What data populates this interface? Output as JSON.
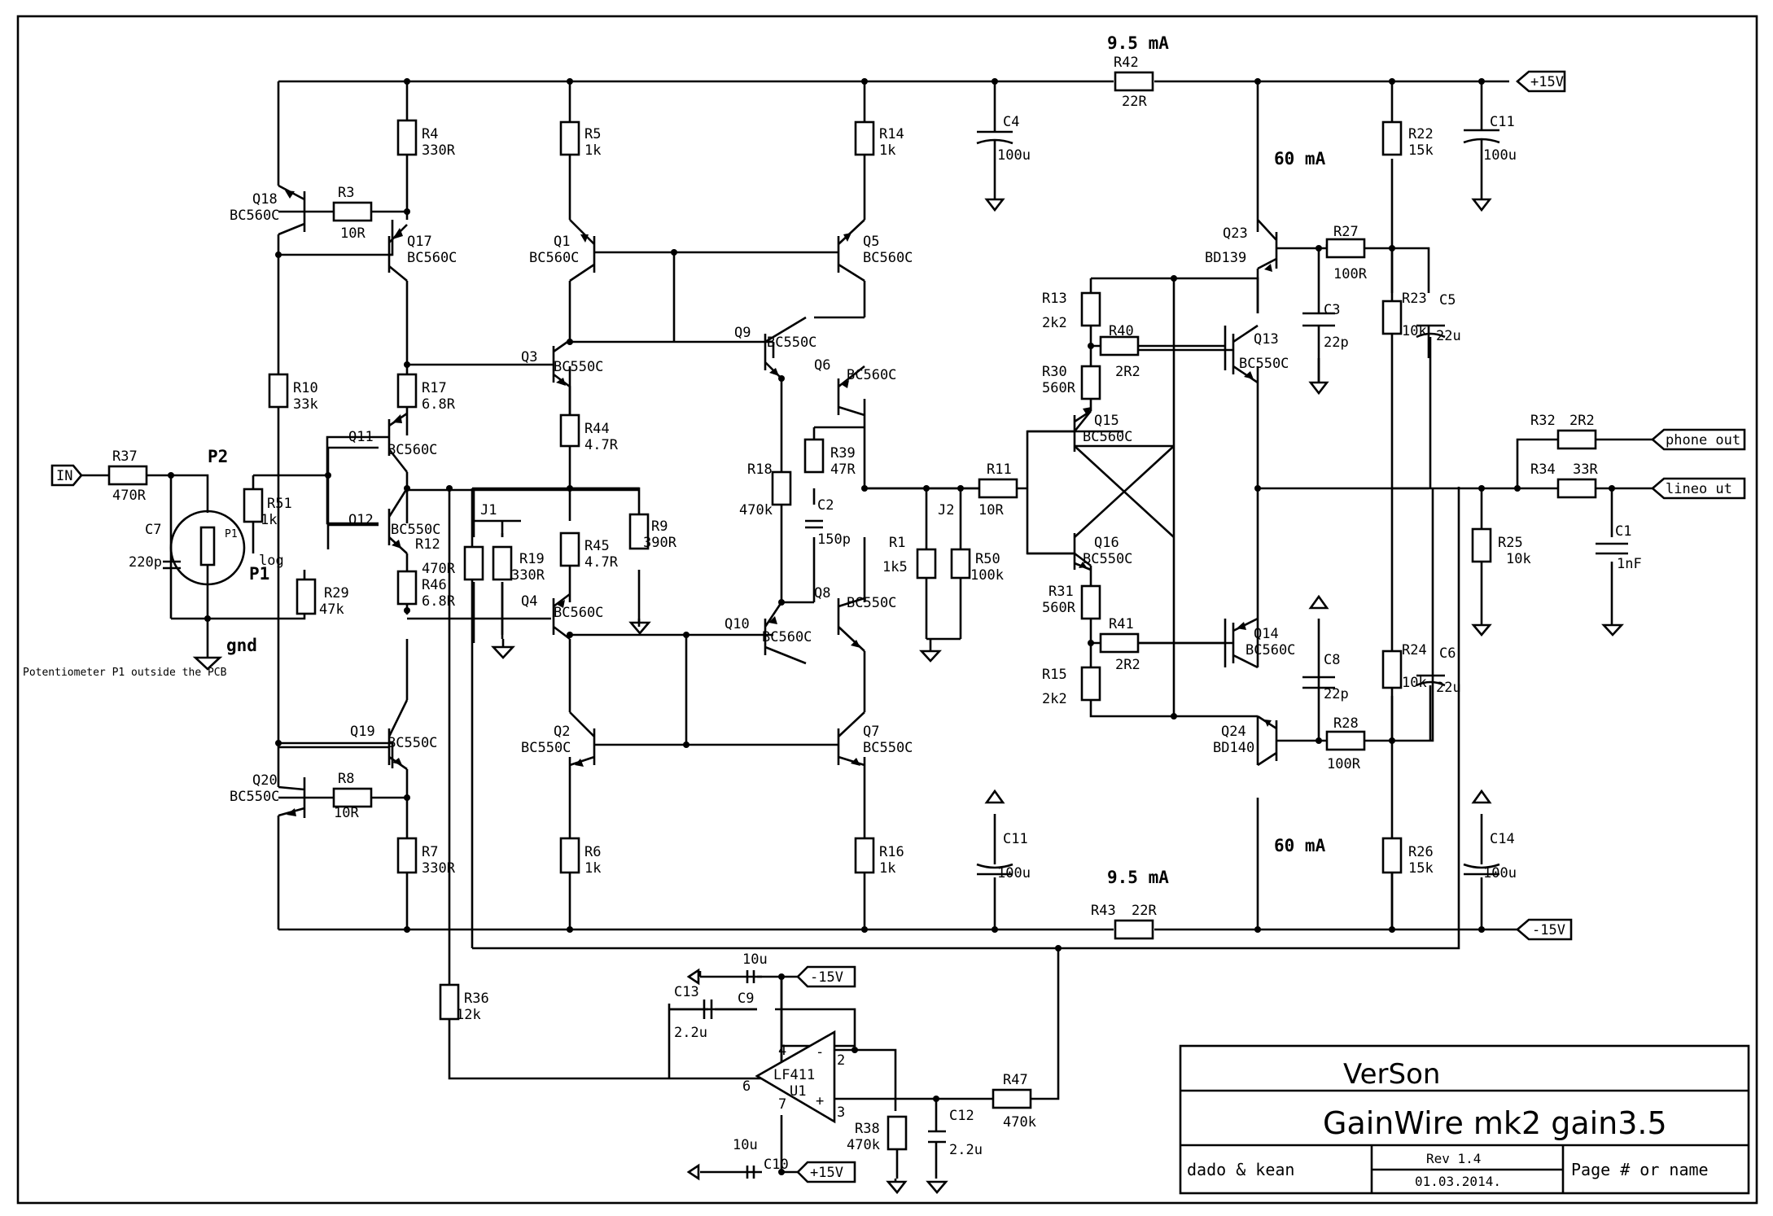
{
  "labels": {
    "top_current": "9.5 mA",
    "bottom_current": "9.5 mA",
    "top_output_current": "60 mA",
    "bottom_output_current": "60 mA",
    "pot_note": "Potentiometer P1 outside the PCB",
    "gnd": "gnd",
    "p2": "P2",
    "p1": "P1",
    "log": "log"
  },
  "ports": {
    "in": "IN",
    "pos": "+15V",
    "neg": "-15V",
    "phone": "phone out",
    "line": "lineo ut",
    "u_neg": "-15V",
    "u_pos": "+15V"
  },
  "parts": {
    "r42": [
      "R42",
      "22R"
    ],
    "r43": [
      "R43",
      "22R"
    ],
    "r4": [
      "R4",
      "330R"
    ],
    "r5": [
      "R5",
      "1k"
    ],
    "r14": [
      "R14",
      "1k"
    ],
    "r3": [
      "R3",
      "10R"
    ],
    "r8": [
      "R8",
      "10R"
    ],
    "r10": [
      "R10",
      "33k"
    ],
    "r17": [
      "R17",
      "6.8R"
    ],
    "r12": [
      "R12",
      "470R"
    ],
    "r46": [
      "R46",
      "6.8R"
    ],
    "r7": [
      "R7",
      "330R"
    ],
    "r37": [
      "R37",
      "470R"
    ],
    "r51": [
      "R51",
      "1k"
    ],
    "r29": [
      "R29",
      "47k"
    ],
    "r44": [
      "R44",
      "4.7R"
    ],
    "r45": [
      "R45",
      "4.7R"
    ],
    "r9": [
      "R9",
      "390R"
    ],
    "r19": [
      "R19",
      "330R"
    ],
    "r6": [
      "R6",
      "1k"
    ],
    "r16": [
      "R16",
      "1k"
    ],
    "r18": [
      "R18",
      "470k"
    ],
    "r39": [
      "R39",
      "47R"
    ],
    "r1": [
      "R1",
      "1k5"
    ],
    "r50": [
      "R50",
      "100k"
    ],
    "r11": [
      "R11",
      "10R"
    ],
    "r13": [
      "R13",
      "2k2"
    ],
    "r40": [
      "R40",
      "2R2"
    ],
    "r30": [
      "R30",
      "560R"
    ],
    "r31": [
      "R31",
      "560R"
    ],
    "r41": [
      "R41",
      "2R2"
    ],
    "r15": [
      "R15",
      "2k2"
    ],
    "r27": [
      "R27",
      "100R"
    ],
    "r28": [
      "R28",
      "100R"
    ],
    "r22": [
      "R22",
      "15k"
    ],
    "r23": [
      "R23",
      "10k"
    ],
    "r24": [
      "R24",
      "10k"
    ],
    "r26": [
      "R26",
      "15k"
    ],
    "r25": [
      "R25",
      "10k"
    ],
    "r32": [
      "R32",
      "2R2"
    ],
    "r34": [
      "R34",
      "33R"
    ],
    "r36": [
      "R36",
      "12k"
    ],
    "r38": [
      "R38",
      "470k"
    ],
    "r47": [
      "R47",
      "470k"
    ],
    "c4": [
      "C4",
      "100u"
    ],
    "c11a": [
      "C11",
      "100u"
    ],
    "c11b": [
      "C11",
      "100u"
    ],
    "c14": [
      "C14",
      "100u"
    ],
    "c3": [
      "C3",
      "22p"
    ],
    "c8": [
      "C8",
      "22p"
    ],
    "c5": [
      "C5",
      "22u"
    ],
    "c6": [
      "C6",
      "22u"
    ],
    "c1": [
      "C1",
      "1nF"
    ],
    "c2": [
      "C2",
      "150p"
    ],
    "c7": [
      "C7",
      "220p"
    ],
    "c9": [
      "C9",
      "10u"
    ],
    "c10": [
      "C10",
      "10u"
    ],
    "c13": [
      "C13",
      "2.2u"
    ],
    "c12": [
      "C12",
      "2.2u"
    ],
    "j1": "J1",
    "j2": "J2",
    "u1": "U1",
    "lf411": "LF411",
    "q18": [
      "Q18",
      "BC560C"
    ],
    "q17": [
      "Q17",
      "BC560C"
    ],
    "q1": [
      "Q1",
      "BC560C"
    ],
    "q5": [
      "Q5",
      "BC560C"
    ],
    "q9": [
      "Q9",
      "BC550C"
    ],
    "q6": [
      "Q6",
      "BC560C"
    ],
    "q3": [
      "Q3",
      "BC550C"
    ],
    "q11": [
      "Q11",
      "BC560C"
    ],
    "q12": [
      "Q12",
      "BC550C"
    ],
    "q4": [
      "Q4",
      "BC560C"
    ],
    "q10": [
      "Q10",
      "BC560C"
    ],
    "q8": [
      "Q8",
      "BC550C"
    ],
    "q2": [
      "Q2",
      "BC550C"
    ],
    "q7": [
      "Q7",
      "BC550C"
    ],
    "q19": [
      "Q19",
      "BC550C"
    ],
    "q20": [
      "Q20",
      "BC550C"
    ],
    "q23": [
      "Q23",
      "BD139"
    ],
    "q13": [
      "Q13",
      "BC550C"
    ],
    "q15": [
      "Q15",
      "BC560C"
    ],
    "q16": [
      "Q16",
      "BC550C"
    ],
    "q14": [
      "Q14",
      "BC560C"
    ],
    "q24": [
      "Q24",
      "BD140"
    ]
  },
  "opamp_pins": {
    "p2": "2",
    "p3": "3",
    "p4": "4",
    "p6": "6",
    "p7": "7",
    "minus": "-",
    "plus": "+"
  },
  "title_block": {
    "company": "VerSon",
    "title": "GainWire mk2  gain3.5",
    "authors": "dado & kean",
    "revision": "Rev 1.4",
    "date": "01.03.2014.",
    "page": "Page # or name"
  }
}
